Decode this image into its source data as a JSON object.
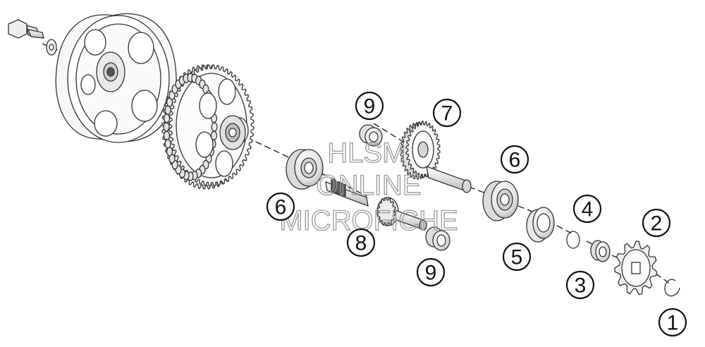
{
  "callouts": {
    "c1": "1",
    "c2": "2",
    "c3": "3",
    "c4": "4",
    "c5": "5",
    "c6a": "6",
    "c6b": "6",
    "c7": "7",
    "c8": "8",
    "c9a": "9",
    "c9b": "9"
  },
  "watermark": {
    "line1": "HLSM",
    "line2": "ONLINE",
    "line3": "MICROFICHE"
  },
  "colors": {
    "line": "#333333",
    "light_fill": "#f4f4f4",
    "mid_fill": "#d9d9d9",
    "dark_fill": "#7a7a7a"
  }
}
